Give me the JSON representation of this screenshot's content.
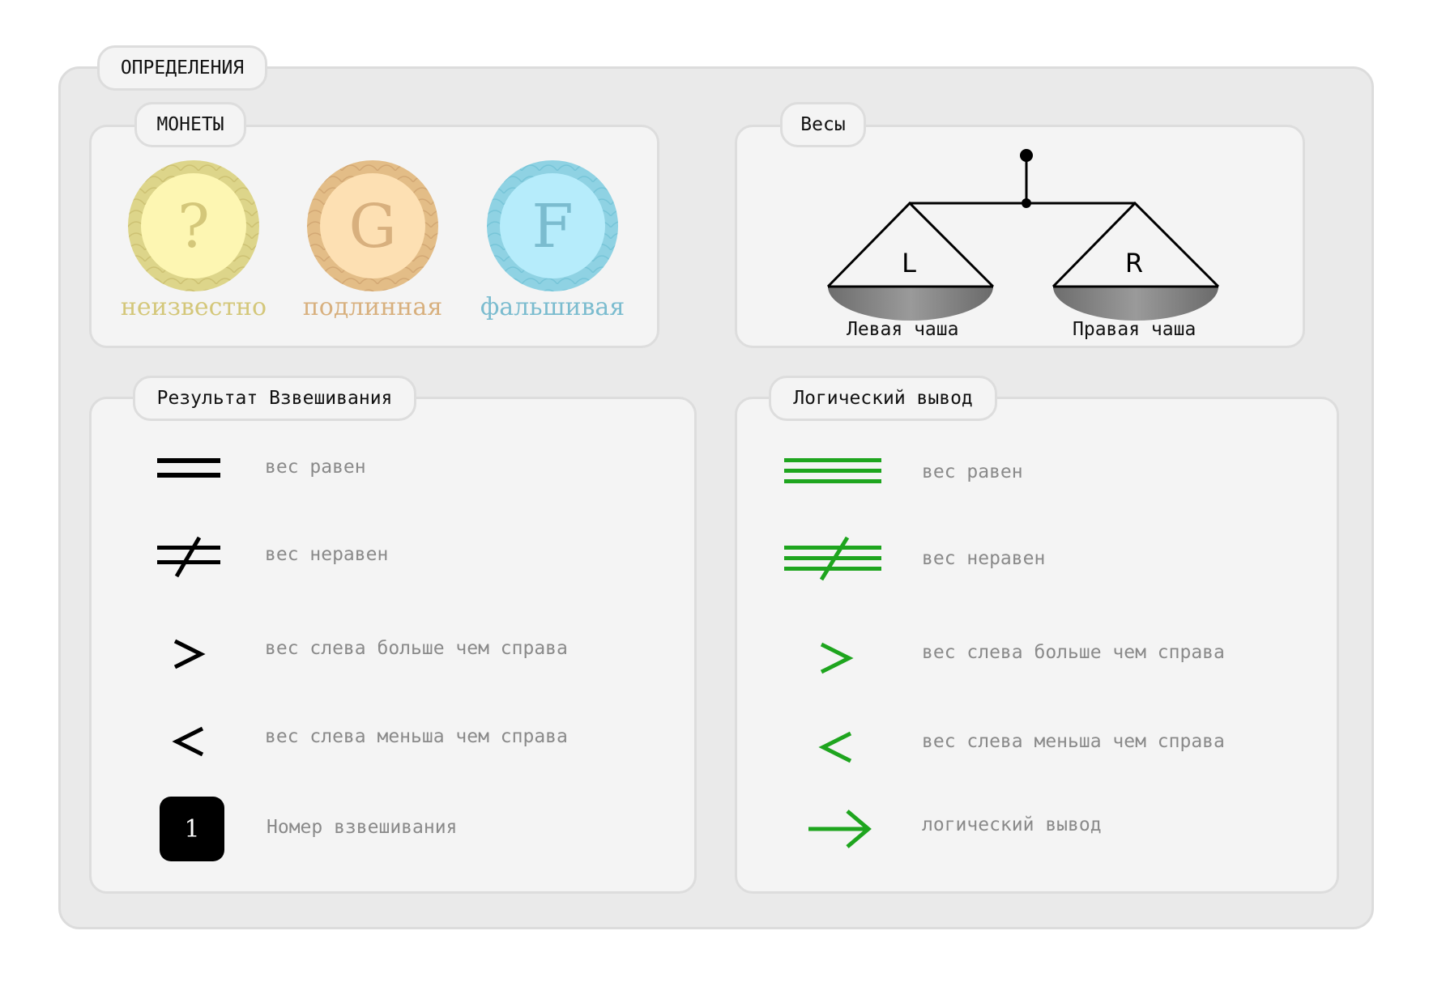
{
  "definitions": {
    "title": "ОПРЕДЕЛЕНИЯ"
  },
  "coins": {
    "title": "МОНЕТЫ",
    "items": [
      {
        "letter": "?",
        "label": "неизвестно",
        "color": "#d4c77a",
        "fill": "#fdf6b2",
        "ring": "#ddd58a"
      },
      {
        "letter": "G",
        "label": "подлинная",
        "color": "#d8b07e",
        "fill": "#fde0b3",
        "ring": "#e3bd87"
      },
      {
        "letter": "F",
        "label": "фальшивая",
        "color": "#7bbccf",
        "fill": "#b6ecfb",
        "ring": "#8fd2e3"
      }
    ]
  },
  "scales": {
    "title": "Весы",
    "left_letter": "L",
    "right_letter": "R",
    "left_label": "Левая чаша",
    "right_label": "Правая чаша"
  },
  "weighing": {
    "title": "Результат Взвешивания",
    "items": [
      {
        "symbol": "equal-icon",
        "text": "вес равен"
      },
      {
        "symbol": "not-equal-icon",
        "text": "вес неравен"
      },
      {
        "symbol": "greater-icon",
        "text": "вес слева больше чем справа"
      },
      {
        "symbol": "less-icon",
        "text": "вес слева меньша чем справа"
      },
      {
        "symbol": "number-box-icon",
        "number": "1",
        "text": "Номер взвешивания"
      }
    ]
  },
  "logic": {
    "title": "Логический вывод",
    "items": [
      {
        "symbol": "triple-equal-icon",
        "text": "вес равен"
      },
      {
        "symbol": "triple-not-equal-icon",
        "text": "вес неравен"
      },
      {
        "symbol": "green-greater-icon",
        "text": "вес слева больше чем справа"
      },
      {
        "symbol": "green-less-icon",
        "text": "вес слева меньша чем справа"
      },
      {
        "symbol": "arrow-right-icon",
        "text": "логический вывод"
      }
    ]
  },
  "colors": {
    "green": "#1ea51e",
    "black": "#000000",
    "muted_text": "#8a8a8a"
  }
}
